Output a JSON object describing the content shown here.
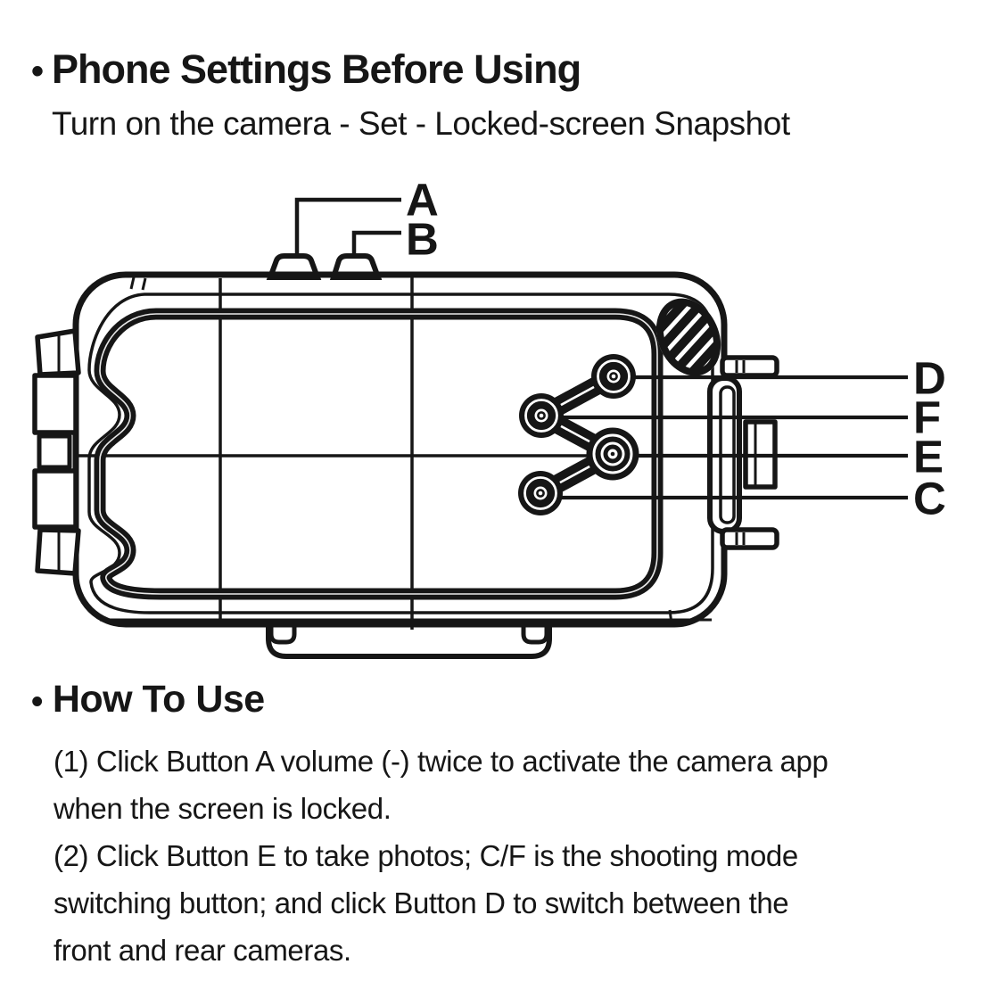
{
  "colors": {
    "background": "#ffffff",
    "ink": "#161616"
  },
  "intro": {
    "bullet": "•",
    "title": "Phone Settings Before Using",
    "subtitle": "Turn on the camera - Set - Locked-screen Snapshot"
  },
  "diagram": {
    "top_callouts": [
      {
        "label": "A"
      },
      {
        "label": "B"
      }
    ],
    "side_callouts": [
      {
        "label": "D"
      },
      {
        "label": "F"
      },
      {
        "label": "E"
      },
      {
        "label": "C"
      }
    ]
  },
  "how_to_use": {
    "bullet": "•",
    "title": "How To Use",
    "lines": [
      "(1) Click Button A volume (-) twice to activate the camera app",
      "when the screen is locked.",
      "(2) Click Button E to take photos; C/F is the shooting mode",
      "switching button; and click Button D to switch between the",
      "front and rear cameras."
    ]
  }
}
